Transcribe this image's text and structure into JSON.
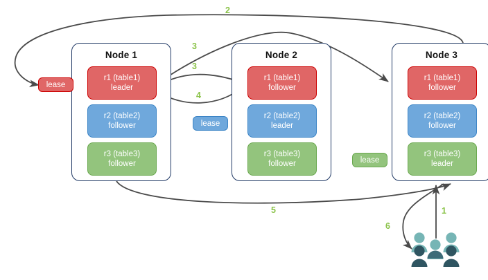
{
  "diagram": {
    "title": "Distributed database leaseholder / replica routing diagram",
    "colors": {
      "replica_red_fill": "#e06666",
      "replica_red_stroke": "#cc0000",
      "replica_blue_fill": "#6fa8dc",
      "replica_blue_stroke": "#3d85c6",
      "replica_green_fill": "#93c47d",
      "replica_green_stroke": "#6aa84f",
      "node_border": "#1f3864",
      "edge_stroke": "#4a4a4a",
      "edge_label": "#8bc34a",
      "users_light": "#76b5b5",
      "users_dark": "#2f5561",
      "background": "#ffffff"
    }
  },
  "nodes": [
    {
      "id": "node1",
      "title": "Node 1",
      "replicas": [
        {
          "name": "r1 (table1)",
          "role": "leader",
          "color": "red"
        },
        {
          "name": "r2 (table2)",
          "role": "follower",
          "color": "blue"
        },
        {
          "name": "r3 (table3)",
          "role": "follower",
          "color": "green"
        }
      ]
    },
    {
      "id": "node2",
      "title": "Node 2",
      "replicas": [
        {
          "name": "r1 (table1)",
          "role": "follower",
          "color": "red"
        },
        {
          "name": "r2 (table2)",
          "role": "leader",
          "color": "blue"
        },
        {
          "name": "r3 (table3)",
          "role": "follower",
          "color": "green"
        }
      ]
    },
    {
      "id": "node3",
      "title": "Node 3",
      "replicas": [
        {
          "name": "r1 (table1)",
          "role": "follower",
          "color": "red"
        },
        {
          "name": "r2 (table2)",
          "role": "follower",
          "color": "blue"
        },
        {
          "name": "r3 (table3)",
          "role": "leader",
          "color": "green"
        }
      ]
    }
  ],
  "leases": [
    {
      "id": "lease-red",
      "label": "lease",
      "color": "red"
    },
    {
      "id": "lease-blue",
      "label": "lease",
      "color": "blue"
    },
    {
      "id": "lease-green",
      "label": "lease",
      "color": "green"
    }
  ],
  "edges": [
    {
      "id": "edge-1",
      "label": "1",
      "from": "users",
      "to": "node3"
    },
    {
      "id": "edge-2",
      "label": "2",
      "from": "node3",
      "to": "lease-red"
    },
    {
      "id": "edge-3a",
      "label": "3",
      "from": "node1-r1",
      "to": "node3-r1"
    },
    {
      "id": "edge-3b",
      "label": "3",
      "from": "node1-r1",
      "to": "node2-r1"
    },
    {
      "id": "edge-4",
      "label": "4",
      "from": "node2-r1",
      "to": "node1-r1"
    },
    {
      "id": "edge-5",
      "label": "5",
      "from": "node1",
      "to": "node3"
    },
    {
      "id": "edge-6",
      "label": "6",
      "from": "node3",
      "to": "users"
    }
  ],
  "users": {
    "name": "users-group-icon",
    "people_count": 6
  }
}
